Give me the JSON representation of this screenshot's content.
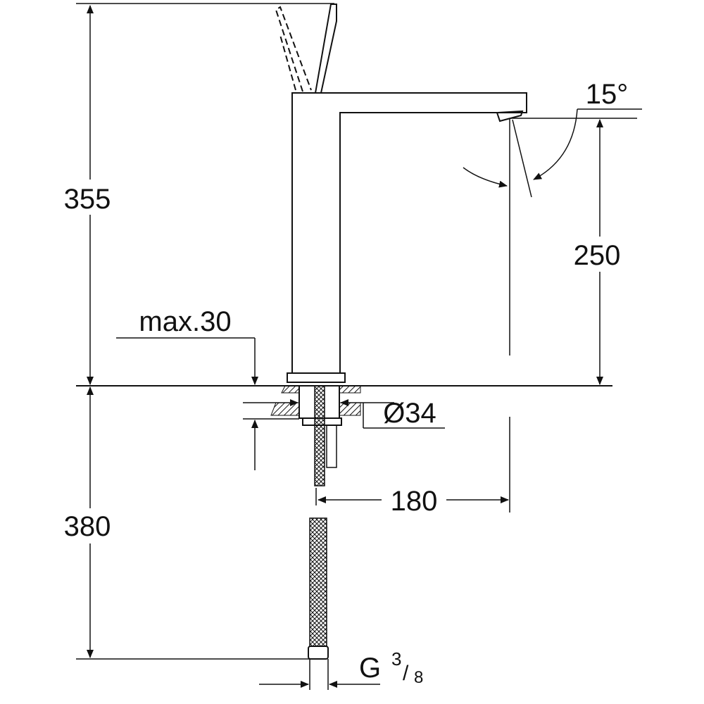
{
  "dimensions": {
    "height_total": "355",
    "outlet_height": "250",
    "spout_angle": "15°",
    "max_thickness": "max.30",
    "hole_diameter": "Ø34",
    "spout_reach": "180",
    "hose_length": "380",
    "connection_prefix": "G",
    "connection_num": "3",
    "connection_den": "8"
  },
  "colors": {
    "line": "#111111",
    "background": "#ffffff"
  }
}
